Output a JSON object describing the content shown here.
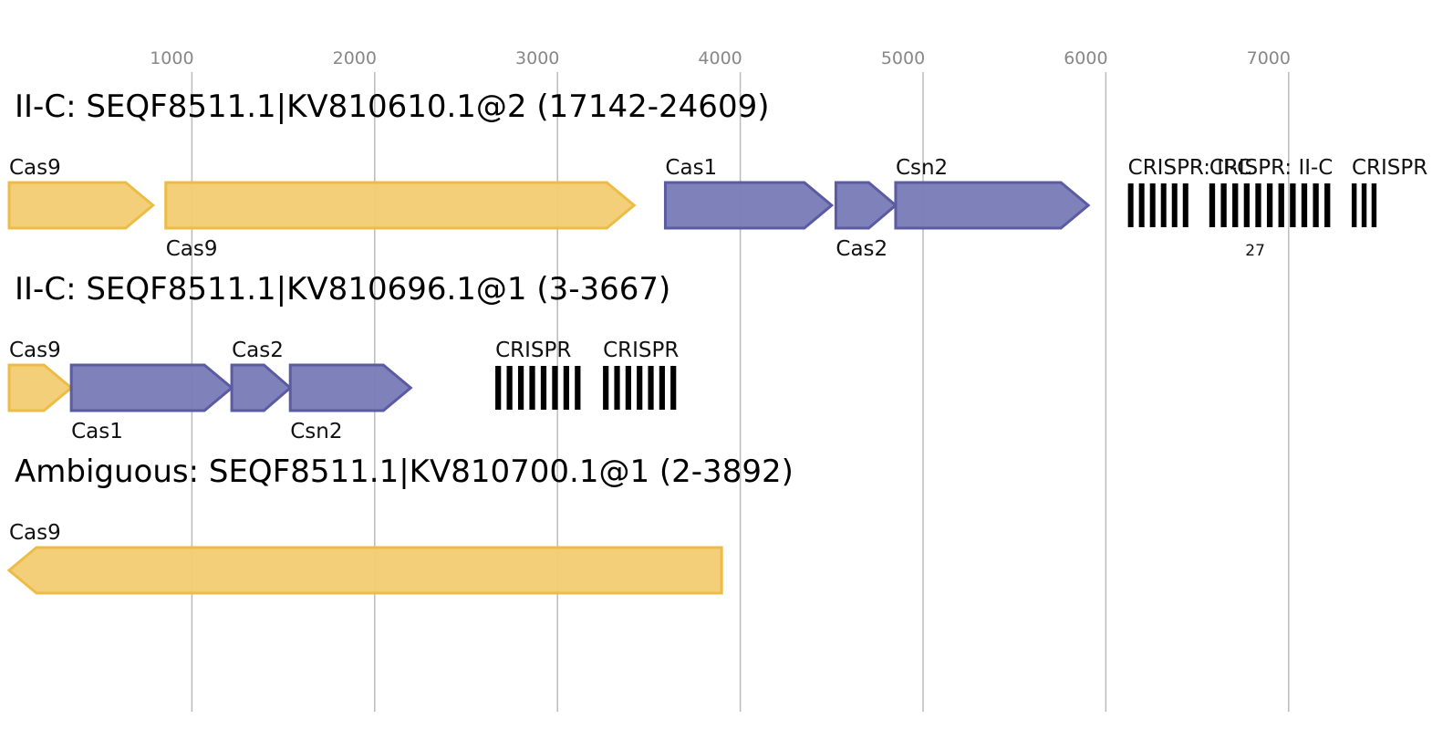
{
  "axis": {
    "ticks": [
      {
        "value": 1000,
        "label": "1000"
      },
      {
        "value": 2000,
        "label": "2000"
      },
      {
        "value": 3000,
        "label": "3000"
      },
      {
        "value": 4000,
        "label": "4000"
      },
      {
        "value": 5000,
        "label": "5000"
      },
      {
        "value": 6000,
        "label": "6000"
      },
      {
        "value": 7000,
        "label": "7000"
      }
    ],
    "gridline_color": "#bbbbbb"
  },
  "colors": {
    "cas9_fill": "#f2cd74",
    "cas9_stroke": "#ecbc45",
    "adaptation_fill": "#7b7db8",
    "adaptation_stroke": "#5b5ba3",
    "crispr_bar": "#000000"
  },
  "tracks": [
    {
      "title": "II-C: SEQF8511.1|KV810610.1@2 (17142-24609)",
      "genes": [
        {
          "name": "Cas9",
          "start": 0,
          "end": 787,
          "strand": "+",
          "class": "cas9",
          "label_pos": "above"
        },
        {
          "name": "Cas9",
          "start": 857,
          "end": 3419,
          "strand": "+",
          "class": "cas9",
          "label_pos": "below"
        },
        {
          "name": "Cas1",
          "start": 3590,
          "end": 4500,
          "strand": "+",
          "class": "adaptation",
          "label_pos": "above"
        },
        {
          "name": "Cas2",
          "start": 4523,
          "end": 4850,
          "strand": "+",
          "class": "adaptation",
          "label_pos": "below"
        },
        {
          "name": "Csn2",
          "start": 4850,
          "end": 5904,
          "strand": "+",
          "class": "adaptation",
          "label_pos": "above"
        }
      ],
      "arrays": [
        {
          "label": "CRISPR: II-C",
          "start": 6121,
          "end": 6481,
          "repeats": 6,
          "note": ""
        },
        {
          "label": "CRISPR: II-C",
          "start": 6566,
          "end": 7259,
          "repeats": 11,
          "note": "27"
        },
        {
          "label": "CRISPR",
          "start": 7345,
          "end": 7508,
          "repeats": 3,
          "note": ""
        }
      ]
    },
    {
      "title": "II-C: SEQF8511.1|KV810696.1@1 (3-3667)",
      "genes": [
        {
          "name": "Cas9",
          "start": 0,
          "end": 340,
          "strand": "+",
          "class": "cas9",
          "label_pos": "above"
        },
        {
          "name": "Cas1",
          "start": 340,
          "end": 1218,
          "strand": "+",
          "class": "adaptation",
          "label_pos": "below"
        },
        {
          "name": "Cas2",
          "start": 1218,
          "end": 1538,
          "strand": "+",
          "class": "adaptation",
          "label_pos": "above"
        },
        {
          "name": "Csn2",
          "start": 1538,
          "end": 2197,
          "strand": "+",
          "class": "adaptation",
          "label_pos": "below"
        }
      ],
      "arrays": [
        {
          "label": "CRISPR",
          "start": 2660,
          "end": 3157,
          "repeats": 8,
          "note": ""
        },
        {
          "label": "CRISPR",
          "start": 3249,
          "end": 3680,
          "repeats": 7,
          "note": ""
        }
      ]
    },
    {
      "title": "Ambiguous: SEQF8511.1|KV810700.1@1 (2-3892)",
      "genes": [
        {
          "name": "Cas9",
          "start": 0,
          "end": 3898,
          "strand": "-",
          "class": "cas9",
          "label_pos": "above"
        }
      ],
      "arrays": []
    }
  ]
}
